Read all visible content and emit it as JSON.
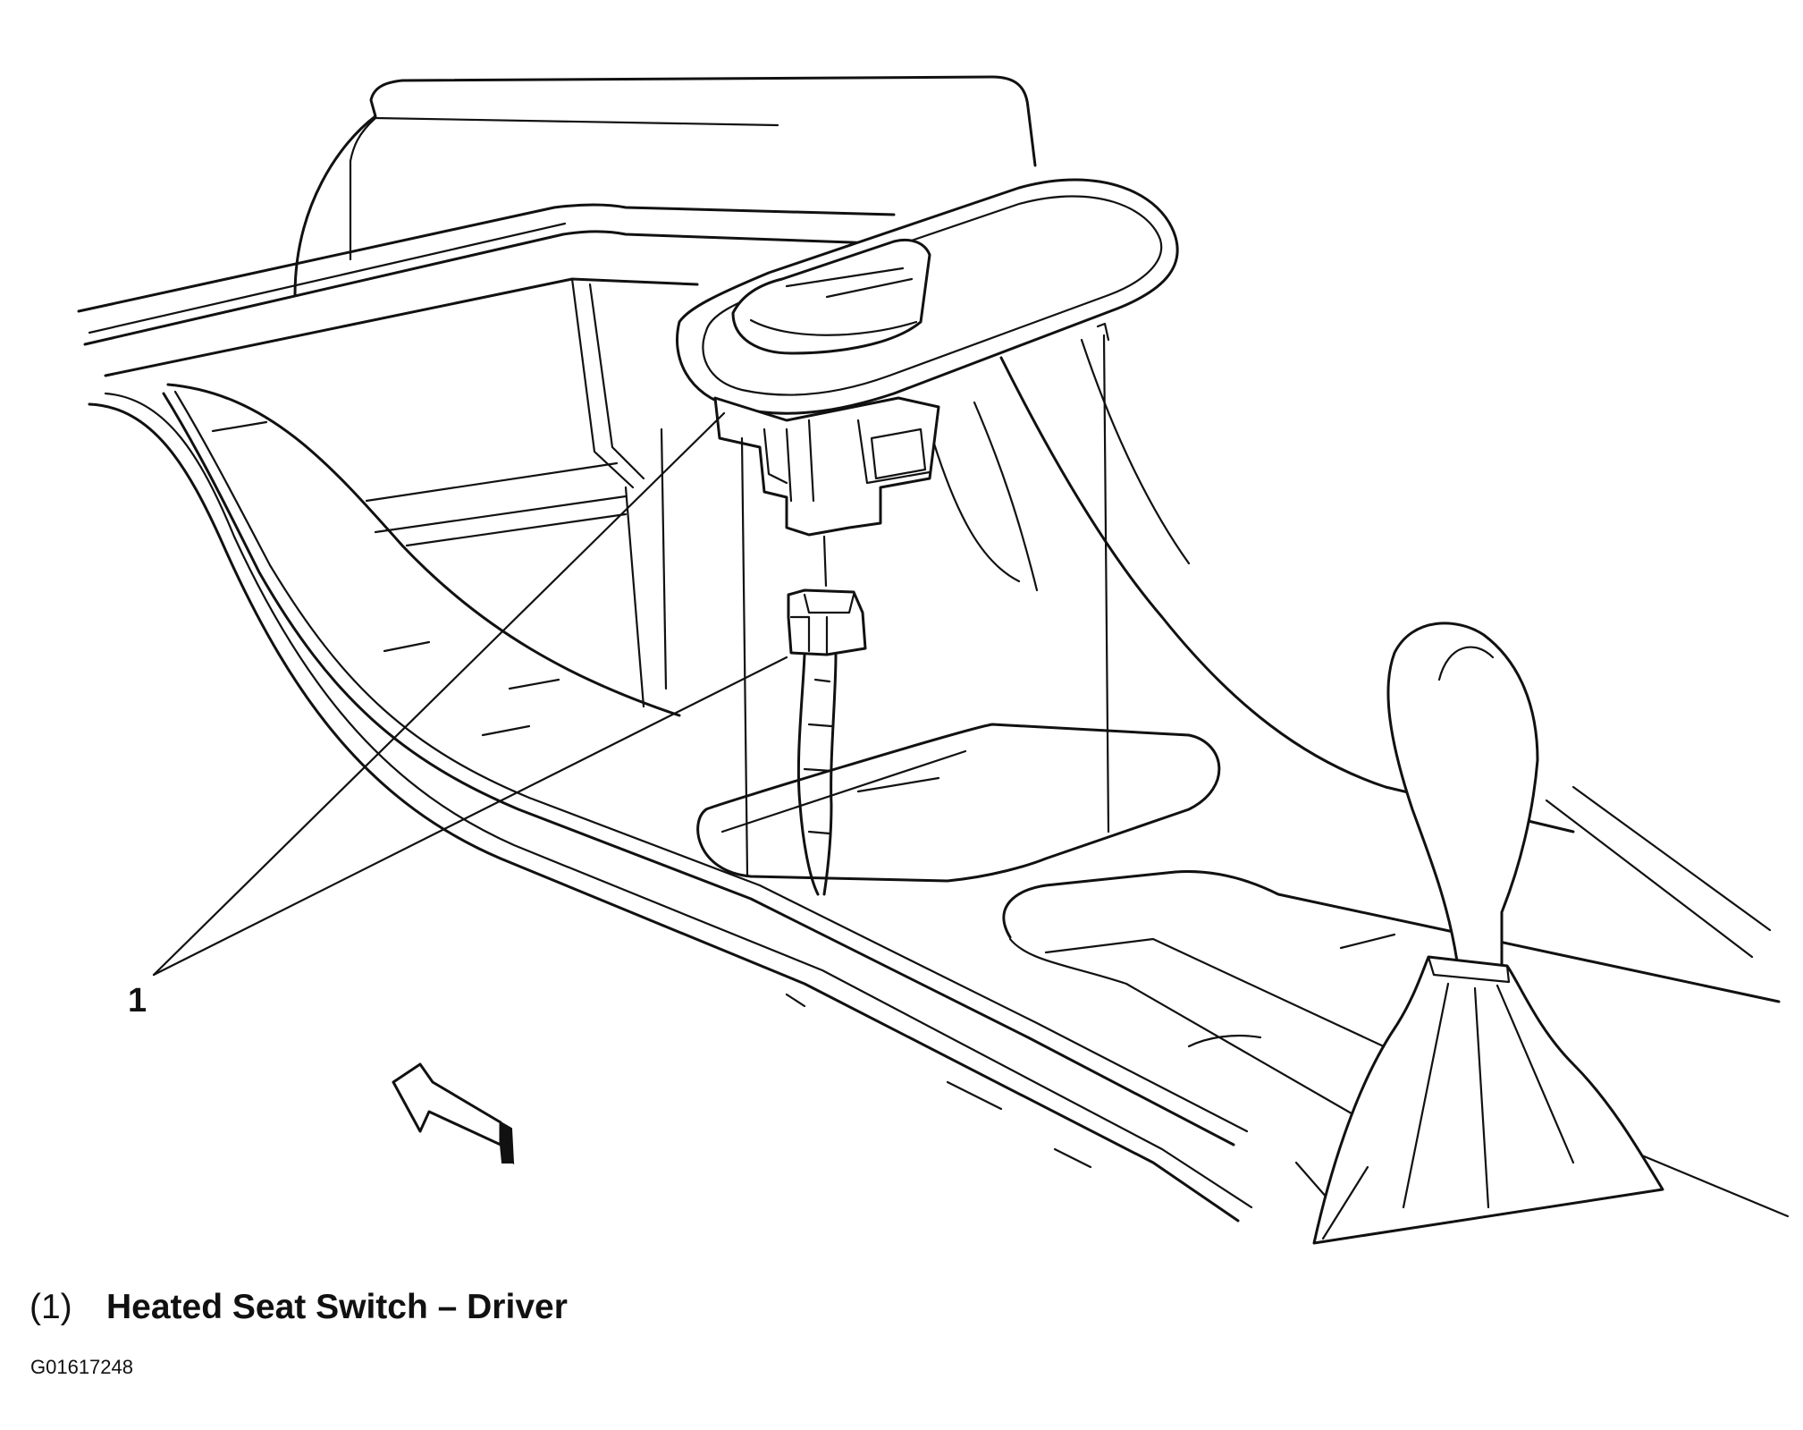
{
  "callout": {
    "number": "1"
  },
  "legend": [
    {
      "number": "(1)",
      "label": "Heated Seat Switch – Driver"
    }
  ],
  "figure_id": "G01617248",
  "colors": {
    "ink": "#111111",
    "background": "#ffffff"
  }
}
